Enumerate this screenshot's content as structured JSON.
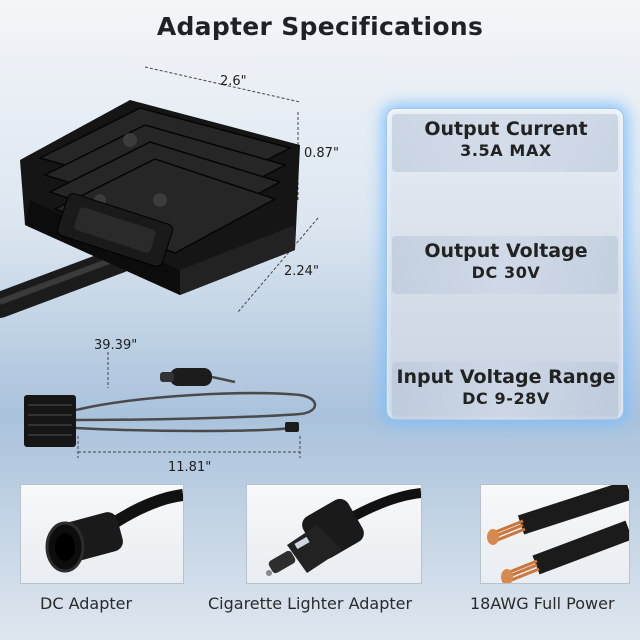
{
  "title": "Adapter Specifications",
  "dimensions": {
    "width": "2.6\"",
    "height": "0.87\"",
    "depth": "2.24\"",
    "cable_long": "39.39\"",
    "cable_short": "11.81\""
  },
  "specs": [
    {
      "label": "Output Current",
      "value": "3.5A MAX"
    },
    {
      "label": "Output Voltage",
      "value": "DC 30V"
    },
    {
      "label": "Input Voltage Range",
      "value": "DC 9-28V"
    }
  ],
  "features": [
    {
      "caption": "DC Adapter"
    },
    {
      "caption": "Cigarette Lighter Adapter"
    },
    {
      "caption": "18AWG Full Power"
    }
  ]
}
